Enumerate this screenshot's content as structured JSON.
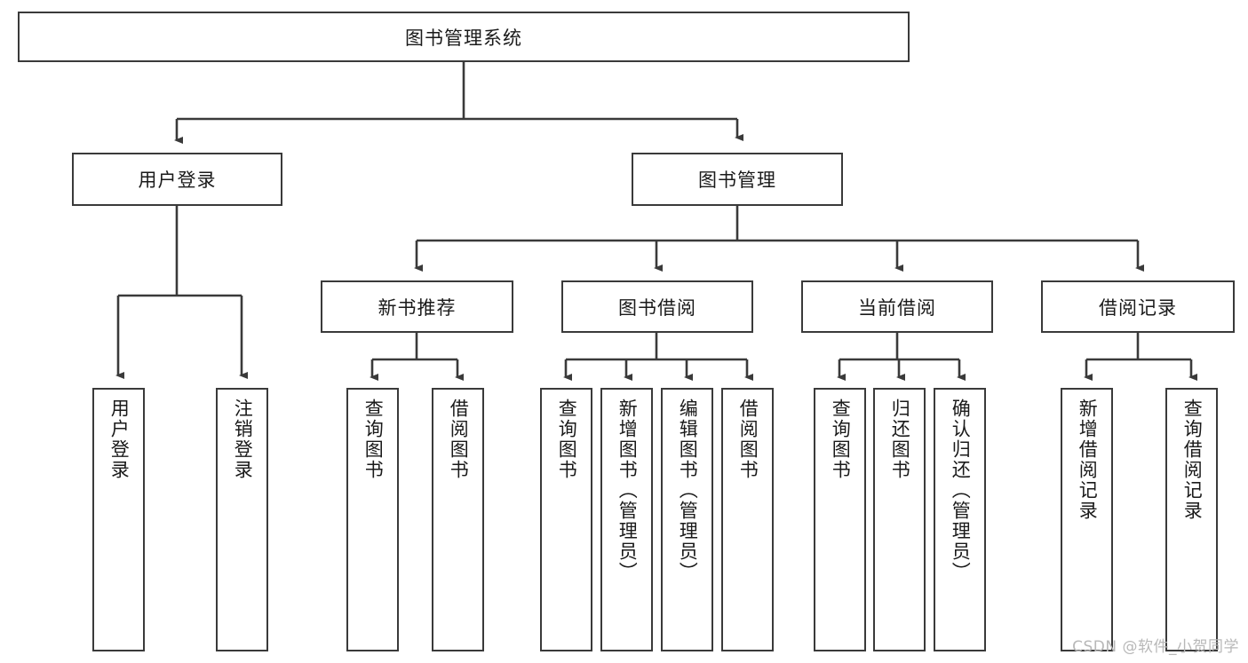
{
  "diagram": {
    "type": "tree",
    "title": "图书管理系统",
    "watermark": "CSDN @软件_小贺同学",
    "colors": {
      "stroke": "#3a3a3a",
      "fill": "#ffffff",
      "text": "#1a1a1a",
      "watermark": "#b8b8b8"
    },
    "levels": {
      "root": {
        "label": "图书管理系统"
      },
      "level1": [
        {
          "label": "用户登录"
        },
        {
          "label": "图书管理"
        }
      ],
      "level2": [
        {
          "label": "新书推荐"
        },
        {
          "label": "图书借阅"
        },
        {
          "label": "当前借阅"
        },
        {
          "label": "借阅记录"
        }
      ],
      "leaves": {
        "user_login": [
          {
            "label": "用户登录"
          },
          {
            "label": "注销登录"
          }
        ],
        "new_book_recommend": [
          {
            "label": "查询图书"
          },
          {
            "label": "借阅图书"
          }
        ],
        "book_borrow": [
          {
            "label": "查询图书"
          },
          {
            "label": "新增图书（管理员）"
          },
          {
            "label": "编辑图书（管理员）"
          },
          {
            "label": "借阅图书"
          }
        ],
        "current_borrow": [
          {
            "label": "查询图书"
          },
          {
            "label": "归还图书"
          },
          {
            "label": "确认归还（管理员）"
          }
        ],
        "borrow_record": [
          {
            "label": "新增借阅记录"
          },
          {
            "label": "查询借阅记录"
          }
        ]
      }
    }
  }
}
